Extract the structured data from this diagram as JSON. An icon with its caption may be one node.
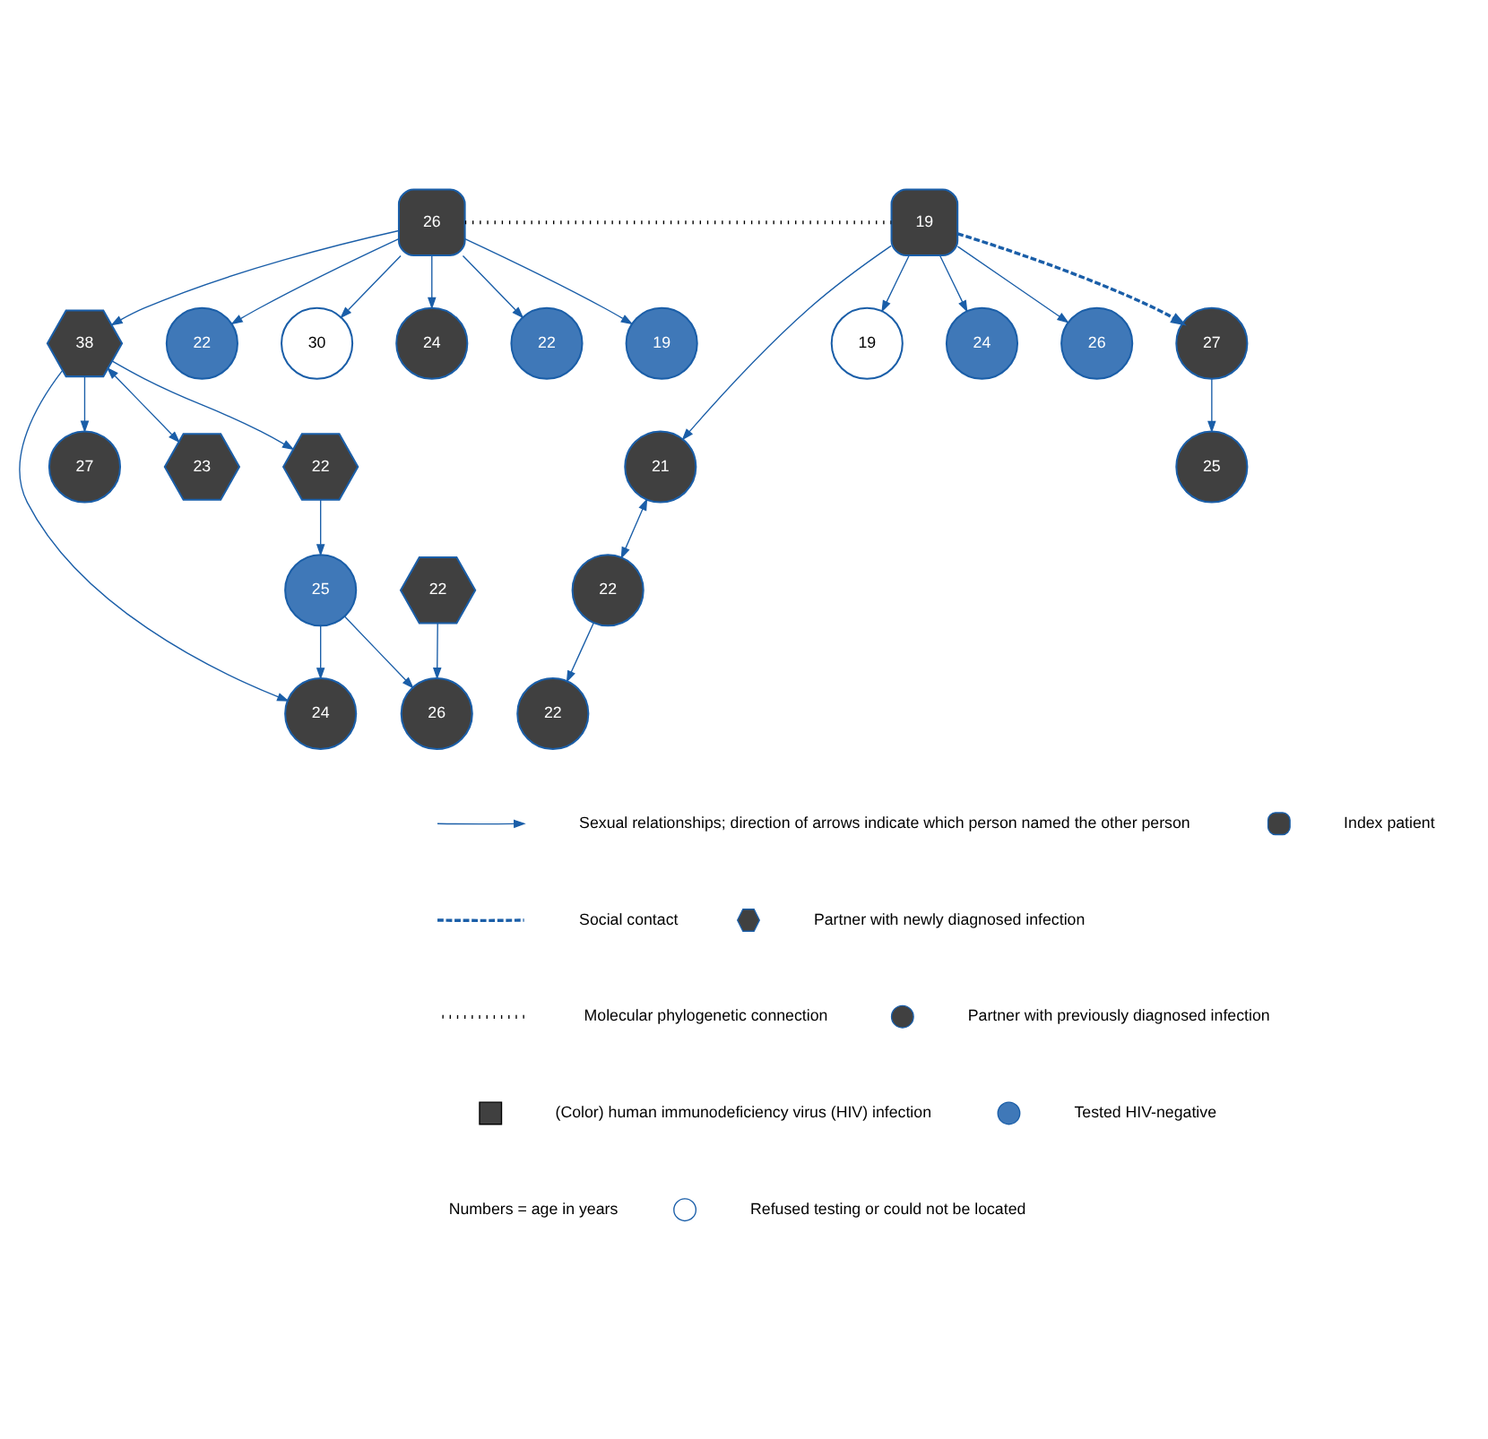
{
  "diagram": {
    "nodes": [
      {
        "text": [
          "26"
        ]
      },
      {
        "text": [
          "24"
        ]
      },
      {
        "text": [
          "22"
        ]
      },
      {
        "text": [
          "25"
        ]
      },
      {
        "text": [
          "22"
        ]
      },
      {
        "text": [
          "27"
        ]
      },
      {
        "text": [
          "23"
        ]
      },
      {
        "text": [
          "22"
        ]
      },
      {
        "text": [
          "22"
        ]
      },
      {
        "text": [
          "21"
        ]
      },
      {
        "text": [
          "19"
        ]
      },
      {
        "text": [
          "38"
        ]
      },
      {
        "text": [
          "22"
        ]
      },
      {
        "text": [
          "24"
        ]
      },
      {
        "text": [
          "26"
        ]
      },
      {
        "text": [
          "19"
        ]
      },
      {
        "text": [
          "30"
        ]
      },
      {
        "text": [
          "24"
        ]
      },
      {
        "text": [
          "26"
        ]
      },
      {
        "text": [
          "22"
        ]
      },
      {
        "text": [
          "19"
        ]
      },
      {
        "text": [
          "25"
        ]
      },
      {
        "text": [
          "27"
        ]
      }
    ],
    "edges": [
      {
        "from": 2,
        "to": 0,
        "arrow": "to"
      },
      {
        "from": 3,
        "to": 0,
        "arrow": "to"
      },
      {
        "from": 3,
        "to": 1,
        "arrow": "to"
      },
      {
        "from": 11,
        "to": 1,
        "arrow": "to"
      },
      {
        "from": 8,
        "to": 3,
        "arrow": "to"
      },
      {
        "from": 11,
        "to": 8,
        "arrow": "to"
      },
      {
        "from": 11,
        "to": 5,
        "arrow": "to"
      },
      {
        "from": 11,
        "to": 6,
        "arrow": "both"
      },
      {
        "from": 9,
        "to": 7,
        "arrow": "both"
      },
      {
        "from": 7,
        "to": 4,
        "arrow": "to"
      },
      {
        "from": 15,
        "to": 9,
        "arrow": "to"
      },
      {
        "from": 15,
        "to": 10,
        "arrow": "to"
      },
      {
        "from": 15,
        "to": 13,
        "arrow": "to"
      },
      {
        "from": 15,
        "to": 18,
        "arrow": "to"
      },
      {
        "from": 15,
        "to": 22,
        "arrow": "to",
        "style": "dashed"
      },
      {
        "from": 22,
        "to": 21,
        "arrow": "to"
      },
      {
        "from": 14,
        "to": 12,
        "arrow": "to"
      },
      {
        "from": 14,
        "to": 11,
        "arrow": "to"
      },
      {
        "from": 14,
        "to": 16,
        "arrow": "to"
      },
      {
        "from": 14,
        "to": 19,
        "arrow": "to"
      },
      {
        "from": 14,
        "to": 20,
        "arrow": "to"
      },
      {
        "from": 14,
        "to": 17,
        "arrow": "to"
      },
      {
        "from": 14,
        "to": 15,
        "arrow": "none",
        "style": "dashed",
        "color": "#000000"
      }
    ],
    "labels": [
      "Numbers = age in years"
    ],
    "legend": [
      {
        "text": "Sexual relationships; direction of arrows indicate which person named the other person"
      },
      {
        "text": "Social contact"
      },
      {
        "text": "Molecular phylogenetic connection"
      },
      {
        "text": "(Color) human immunodeficiency virus (HIV) infection",
        "color": "#404040"
      },
      {
        "text": "Index patient",
        "color": "#404040"
      },
      {
        "text": "Partner with newly diagnosed infection",
        "color": "#404040"
      },
      {
        "text": "Partner with previously diagnosed infection",
        "color": "#404040"
      },
      {
        "text": "Tested HIV-negative",
        "color": "#3f78b8"
      },
      {
        "text": "Refused testing or could not be located",
        "color": "#ffffff"
      }
    ]
  }
}
